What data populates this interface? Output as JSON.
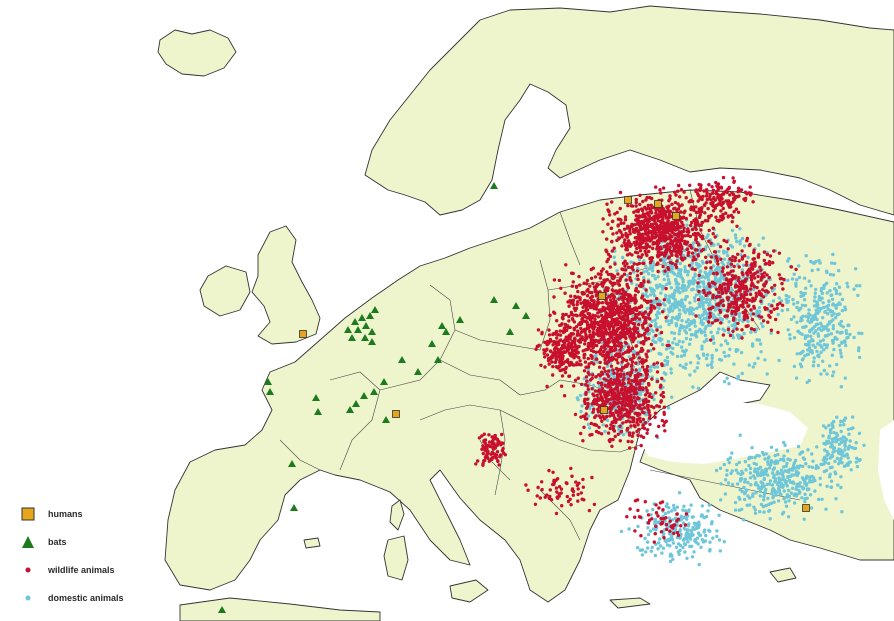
{
  "map": {
    "colors": {
      "land": "#eef5cc",
      "border": "#333333",
      "sea": "#ffffff",
      "humans": "#e6a51a",
      "bats": "#1d7a1d",
      "wildlife": "#c8102e",
      "domestic": "#6fc6d9"
    }
  },
  "legend": {
    "items": [
      {
        "key": "humans",
        "label": "humans",
        "symbol": "square",
        "color": "#e6a51a"
      },
      {
        "key": "bats",
        "label": "bats",
        "symbol": "triangle",
        "color": "#1d7a1d"
      },
      {
        "key": "wildlife",
        "label": "wildlife animals",
        "symbol": "dot",
        "color": "#c8102e"
      },
      {
        "key": "domestic",
        "label": "domestic animals",
        "symbol": "dot",
        "color": "#6fc6d9"
      }
    ]
  }
}
